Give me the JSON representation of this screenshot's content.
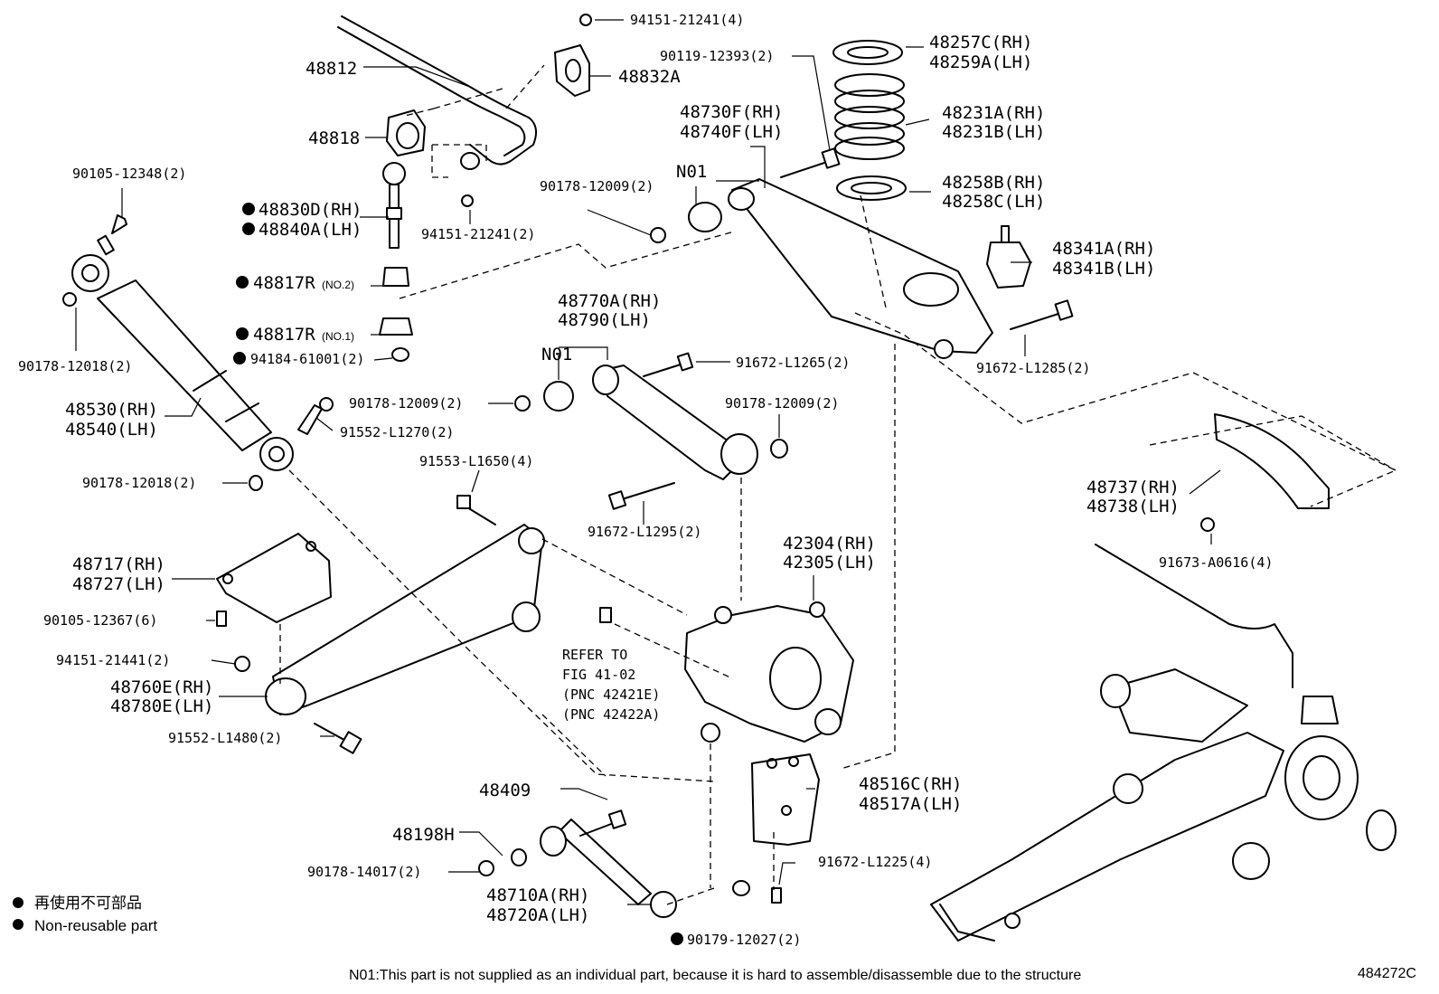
{
  "labels": {
    "p94151_21241_4": "94151-21241(4)",
    "p48832A": "48832A",
    "p48812": "48812",
    "p90119_12393": "90119-12393(2)",
    "p48257C": "48257C(RH)",
    "p48259A": "48259A(LH)",
    "p48818": "48818",
    "p48730F": "48730F(RH)",
    "p48740F": "48740F(LH)",
    "p48231A": "48231A(RH)",
    "p48231B": "48231B(LH)",
    "n01_a": "N01",
    "p90105_12348": "90105-12348(2)",
    "p90178_12009_a": "90178-12009(2)",
    "p48258B": "48258B(RH)",
    "p48258C": "48258C(LH)",
    "p48830D": "48830D(RH)",
    "p48840A": "48840A(LH)",
    "p94151_21241_2": "94151-21241(2)",
    "p48341A": "48341A(RH)",
    "p48341B": "48341B(LH)",
    "p48817R_a": "48817R",
    "p48817R_a_note": "(NO.2)",
    "p48770A": "48770A(RH)",
    "p48790": "48790(LH)",
    "p48817R_b": "48817R",
    "p48817R_b_note": "(NO.1)",
    "n01_b": "N01",
    "p94184_61001": "94184-61001(2)",
    "p90178_12018_a": "90178-12018(2)",
    "p91672_L1265": "91672-L1265(2)",
    "p91672_L1285": "91672-L1285(2)",
    "p90178_12009_b": "90178-12009(2)",
    "p90178_12009_c": "90178-12009(2)",
    "p48530": "48530(RH)",
    "p48540": "48540(LH)",
    "p91552_L1270": "91552-L1270(2)",
    "p91553_L1650": "91553-L1650(4)",
    "p90178_12018_b": "90178-12018(2)",
    "p48737": "48737(RH)",
    "p48738": "48738(LH)",
    "p91672_L1295": "91672-L1295(2)",
    "p42304": "42304(RH)",
    "p42305": "42305(LH)",
    "p91673_A0616": "91673-A0616(4)",
    "p48717": "48717(RH)",
    "p48727": "48727(LH)",
    "p90105_12367": "90105-12367(6)",
    "refer1": "REFER TO",
    "refer2": "FIG 41-02",
    "refer3": "(PNC 42421E)",
    "refer4": "(PNC 42422A)",
    "p94151_21441": "94151-21441(2)",
    "p48760E": "48760E(RH)",
    "p48780E": "48780E(LH)",
    "p91552_L1480": "91552-L1480(2)",
    "p48516C": "48516C(RH)",
    "p48517A": "48517A(LH)",
    "p48409": "48409",
    "p48198H": "48198H",
    "p91672_L1225": "91672-L1225(4)",
    "p90178_14017": "90178-14017(2)",
    "p48710A": "48710A(RH)",
    "p48720A": "48720A(LH)",
    "p90179_12027": "90179-12027(2)"
  },
  "legend": {
    "jp": "再使用不可部品",
    "en": "Non-reusable part"
  },
  "footnote": "N01:This part is not supplied as an individual part, because it is hard to assemble/disassemble due to the structure",
  "illustration_id": "484272C"
}
